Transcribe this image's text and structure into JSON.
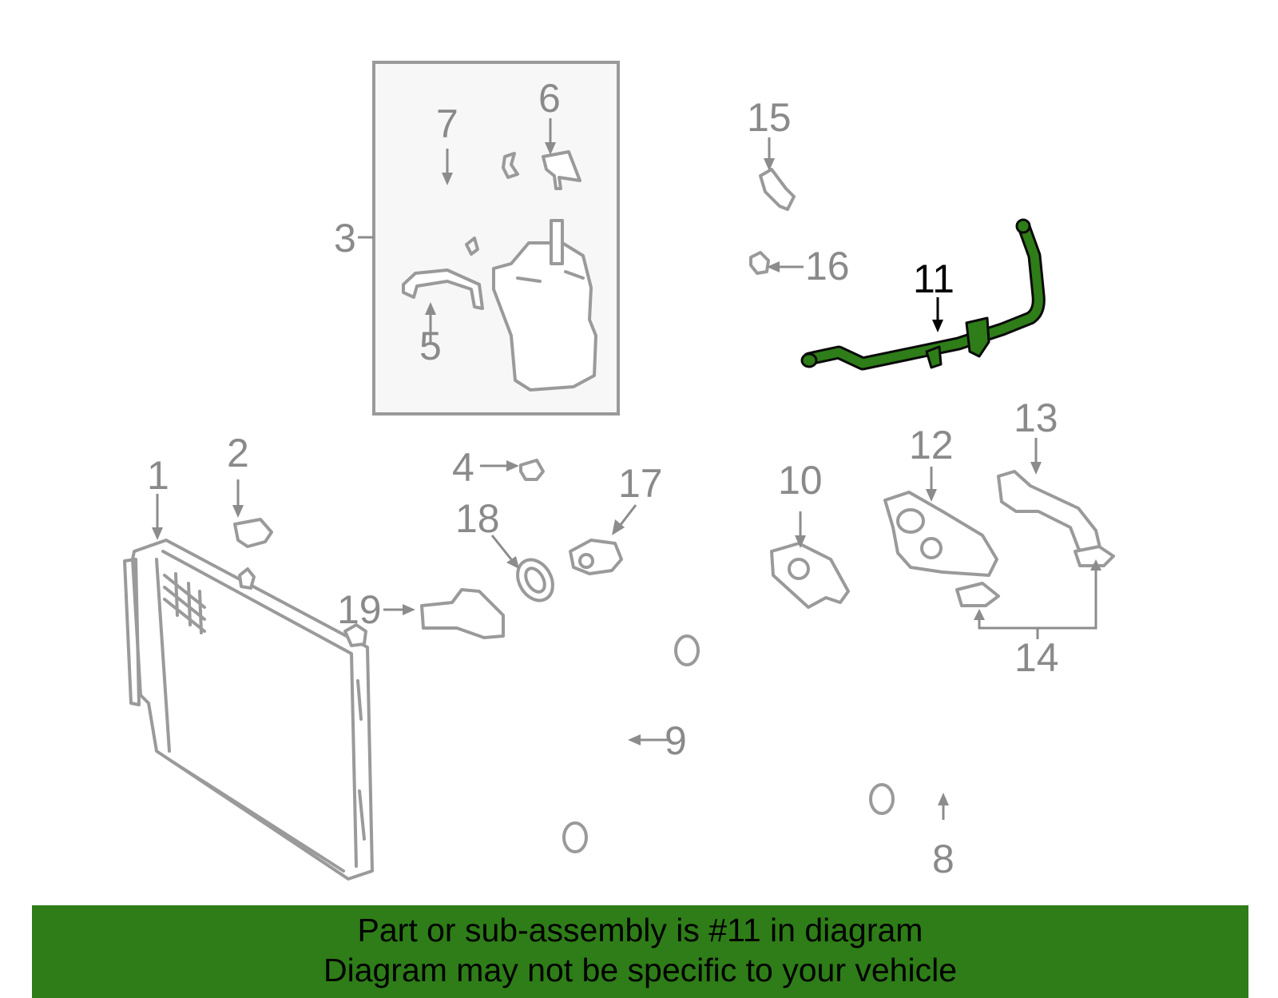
{
  "colors": {
    "highlight": "#2e7d18",
    "part_stroke": "#9a9a9a",
    "callout_text": "#8a8a8a"
  },
  "diagram": {
    "highlighted_part": "11",
    "callouts": {
      "c1": "1",
      "c2": "2",
      "c3": "3",
      "c4": "4",
      "c5": "5",
      "c6": "6",
      "c7": "7",
      "c8": "8",
      "c9": "9",
      "c10": "10",
      "c11": "11",
      "c12": "12",
      "c13": "13",
      "c14": "14",
      "c15": "15",
      "c16": "16",
      "c17": "17",
      "c18": "18",
      "c19": "19"
    }
  },
  "banner": {
    "line1": "Part or sub-assembly is #11 in diagram",
    "line2": "Diagram may not be specific to your vehicle"
  }
}
